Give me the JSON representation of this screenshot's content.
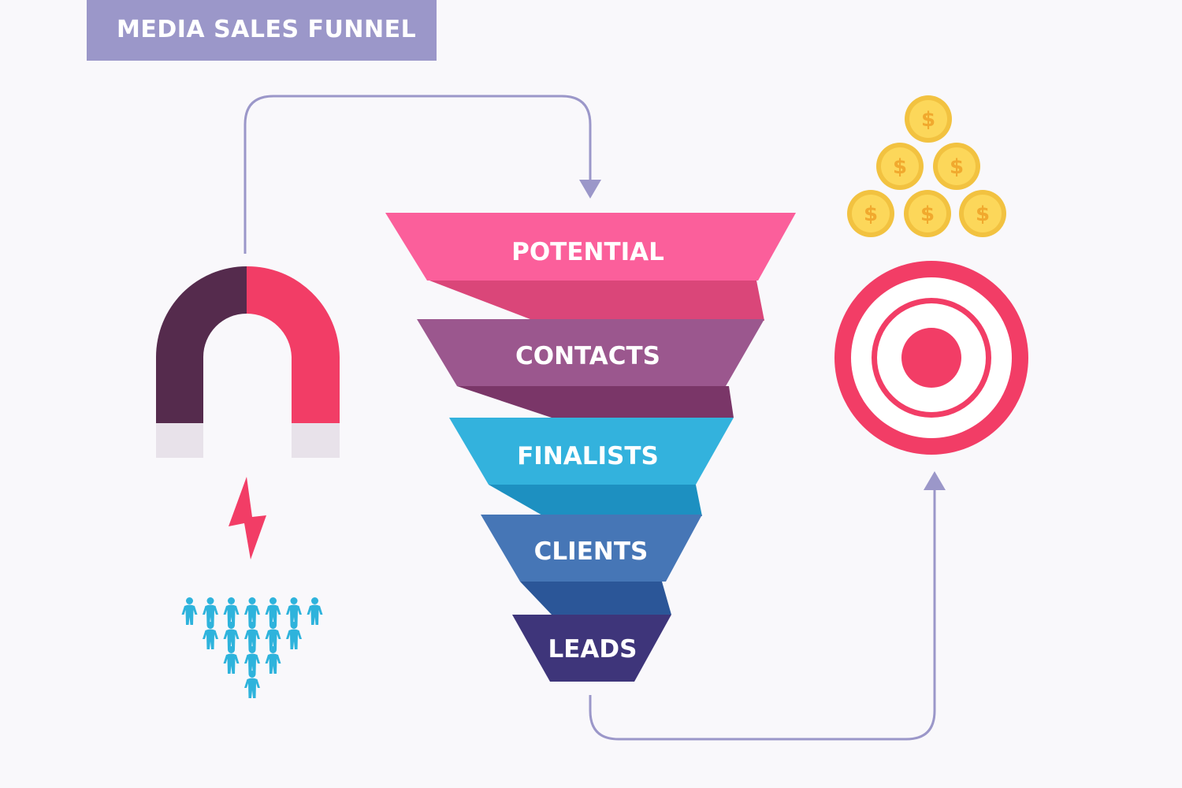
{
  "title": "MEDIA SALES FUNNEL",
  "colors": {
    "title_bg": "#9b97c9",
    "connector": "#9b97c9",
    "magnet_dark": "#552b4d",
    "magnet_red": "#f23d66",
    "magnet_tip": "#e8e2ea",
    "bolt": "#f23d66",
    "people": "#2eb3dc",
    "coin": "#fcd75a",
    "coin_edge": "#f2c240",
    "target": "#f23d66"
  },
  "funnel": {
    "stages": [
      {
        "label": "POTENTIAL",
        "color": "#fb5f9b",
        "fold": "#da4679"
      },
      {
        "label": "CONTACTS",
        "color": "#9b578e",
        "fold": "#7a3668"
      },
      {
        "label": "FINALISTS",
        "color": "#33b2dd",
        "fold": "#1d90c1"
      },
      {
        "label": "CLIENTS",
        "color": "#4676b6",
        "fold": "#2b5698"
      },
      {
        "label": "LEADS",
        "color": "#3e357a",
        "fold": null
      }
    ]
  },
  "icons": {
    "magnet": "magnet-icon",
    "bolt": "lightning-bolt-icon",
    "people": "people-pyramid-icon",
    "coins": "coin-stack-icon",
    "coin_symbol": "$",
    "target": "target-icon"
  },
  "people_rows": [
    7,
    5,
    3,
    1
  ]
}
